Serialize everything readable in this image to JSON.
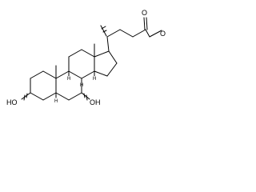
{
  "molecule": {
    "atoms": {
      "hydroxyl_3": "HO",
      "hydroxyl_7": "OH",
      "ester_o_carbonyl": "O",
      "ester_o_methoxy": "O"
    },
    "stereo_h": {
      "h5": "H",
      "h8": "H",
      "h9": "H",
      "h14": "H"
    }
  }
}
